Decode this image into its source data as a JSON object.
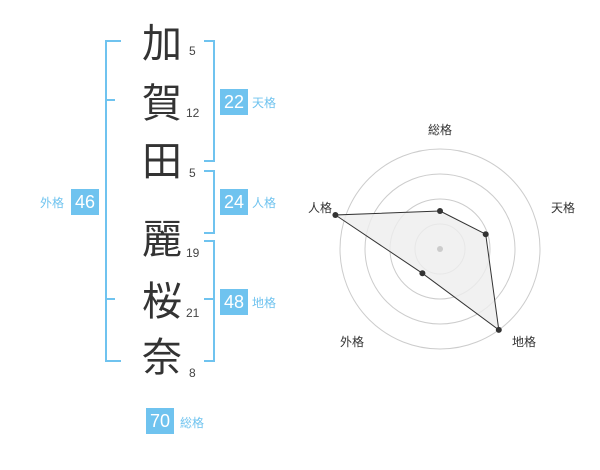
{
  "name": {
    "chars": [
      {
        "char": "加",
        "strokes": "5"
      },
      {
        "char": "賀",
        "strokes": "12"
      },
      {
        "char": "田",
        "strokes": "5"
      },
      {
        "char": "麗",
        "strokes": "19"
      },
      {
        "char": "桜",
        "strokes": "21"
      },
      {
        "char": "奈",
        "strokes": "8"
      }
    ]
  },
  "kaku": {
    "tenkaku": {
      "label": "天格",
      "value": "22"
    },
    "jinkaku": {
      "label": "人格",
      "value": "24"
    },
    "chikaku": {
      "label": "地格",
      "value": "48"
    },
    "gaikaku": {
      "label": "外格",
      "value": "46"
    },
    "soukaku": {
      "label": "総格",
      "value": "70"
    }
  },
  "colors": {
    "accent": "#6fc3ef",
    "text": "#333333",
    "grid": "#cccccc",
    "fill": "#eeeeee"
  },
  "chart_data": {
    "type": "radar",
    "axes": [
      "総格",
      "天格",
      "地格",
      "外格",
      "人格"
    ],
    "values": [
      0.38,
      0.48,
      1.0,
      0.3,
      1.1
    ],
    "rings": 4,
    "max": 1.0
  }
}
